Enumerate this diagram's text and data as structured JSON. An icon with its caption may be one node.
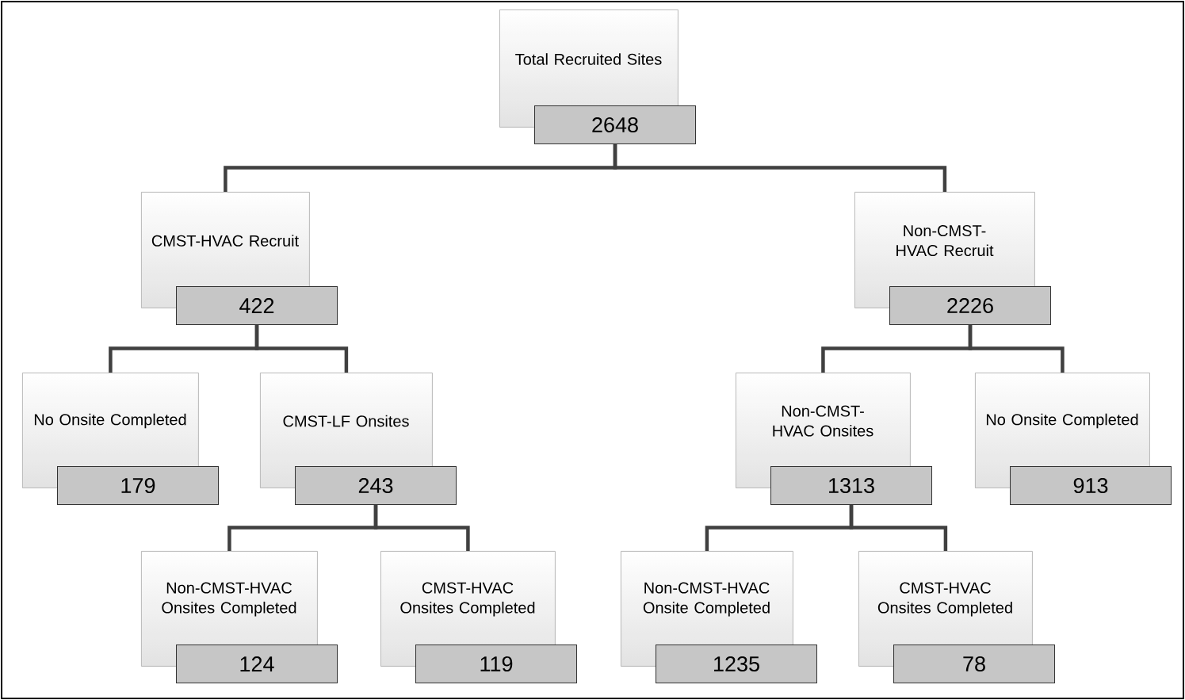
{
  "diagram": {
    "nodes": [
      {
        "text": [
          "Total Recruited Sites",
          "2648"
        ]
      },
      {
        "text": [
          "CMST-HVAC Recruit",
          "422"
        ]
      },
      {
        "text": [
          "Non-CMST- HVAC Recruit",
          "2226"
        ]
      },
      {
        "text": [
          "No Onsite Completed",
          "179"
        ]
      },
      {
        "text": [
          "CMST-LF Onsites",
          "243"
        ]
      },
      {
        "text": [
          "Non-CMST-HVAC Onsites",
          "1313"
        ]
      },
      {
        "text": [
          "No Onsite Completed",
          "913"
        ]
      },
      {
        "text": [
          "Non-CMST-HVAC Onsites Completed",
          "124"
        ]
      },
      {
        "text": [
          "CMST-HVAC Onsites Completed",
          "119"
        ]
      },
      {
        "text": [
          "Non-CMST-HVAC Onsite Completed",
          "1235"
        ]
      },
      {
        "text": [
          "CMST-HVAC Onsites Completed",
          "78"
        ]
      }
    ],
    "edges": [
      {
        "from": 0,
        "to": 1,
        "arrow": "none"
      },
      {
        "from": 0,
        "to": 2,
        "arrow": "none"
      },
      {
        "from": 1,
        "to": 3,
        "arrow": "none"
      },
      {
        "from": 1,
        "to": 4,
        "arrow": "none"
      },
      {
        "from": 2,
        "to": 5,
        "arrow": "none"
      },
      {
        "from": 2,
        "to": 6,
        "arrow": "none"
      },
      {
        "from": 4,
        "to": 7,
        "arrow": "none"
      },
      {
        "from": 4,
        "to": 8,
        "arrow": "none"
      },
      {
        "from": 5,
        "to": 9,
        "arrow": "none"
      },
      {
        "from": 5,
        "to": 10,
        "arrow": "none"
      }
    ]
  }
}
